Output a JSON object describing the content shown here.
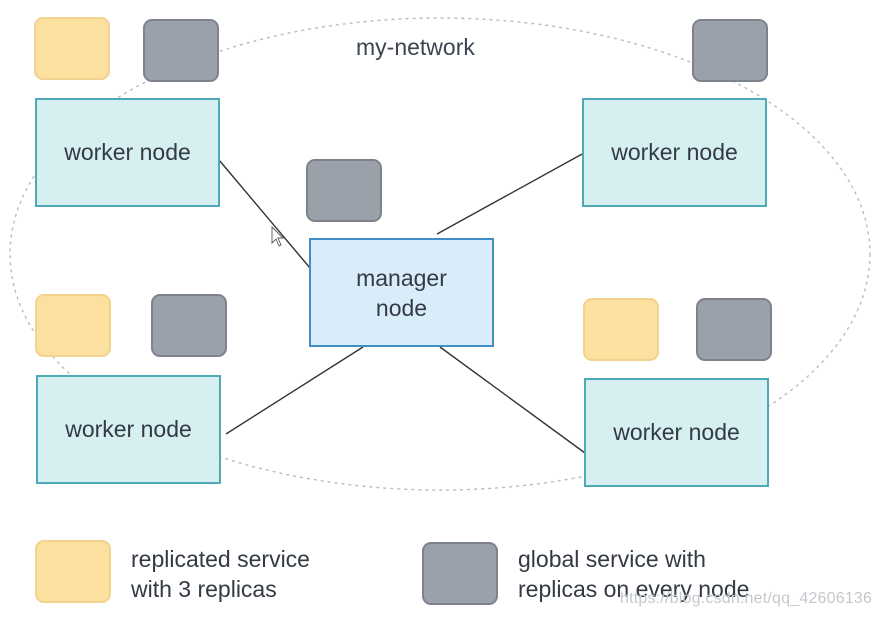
{
  "network": {
    "label": "my-network"
  },
  "nodes": {
    "worker_top_left": "worker node",
    "worker_top_right": "worker node",
    "worker_bottom_left": "worker node",
    "worker_bottom_right": "worker node",
    "manager_line1": "manager",
    "manager_line2": "node"
  },
  "legend": {
    "replicated_line1": "replicated service",
    "replicated_line2": "with 3 replicas",
    "global_line1": "global service with",
    "global_line2": "replicas on every node"
  },
  "watermark": "https://blog.csdn.net/qq_42606136",
  "colors": {
    "worker_fill": "#d6eff1",
    "worker_border": "#4fa9b6",
    "manager_fill": "#d9ecf9",
    "manager_border": "#3f8fc3",
    "replicated_task": "#fbe0a0",
    "global_task": "#9aa1ab"
  }
}
